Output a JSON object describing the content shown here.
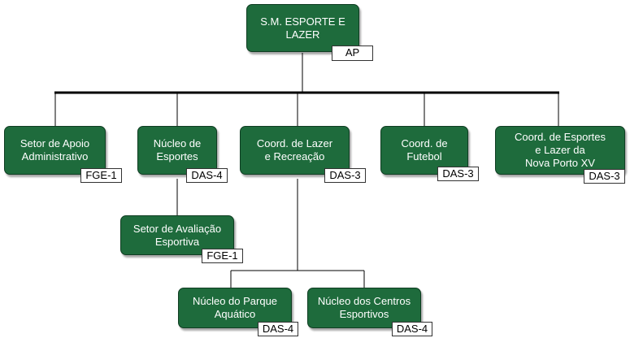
{
  "chart": {
    "root": {
      "title": [
        "S.M. ESPORTE E",
        "LAZER"
      ],
      "code": "AP"
    },
    "level1": [
      {
        "title": [
          "Setor de Apoio",
          "Administrativo"
        ],
        "code": "FGE-1"
      },
      {
        "title": [
          "Núcleo de",
          "Esportes"
        ],
        "code": "DAS-4"
      },
      {
        "title": [
          "Coord. de Lazer",
          "e Recreação"
        ],
        "code": "DAS-3"
      },
      {
        "title": [
          "Coord. de",
          "Futebol"
        ],
        "code": "DAS-3"
      },
      {
        "title": [
          "Coord. de Esportes",
          "e Lazer da",
          "Nova Porto XV"
        ],
        "code": "DAS-3"
      }
    ],
    "evaluation": {
      "title": [
        "Setor de Avaliação",
        "Esportiva"
      ],
      "code": "FGE-1"
    },
    "level3": [
      {
        "title": [
          "Núcleo do Parque",
          "Aquático"
        ],
        "code": "DAS-4"
      },
      {
        "title": [
          "Núcleo dos Centros",
          "Esportivos"
        ],
        "code": "DAS-4"
      }
    ]
  },
  "colors": {
    "box_fill": "#1e6b3c",
    "box_border": "#0f3d22",
    "connector": "#000000"
  }
}
